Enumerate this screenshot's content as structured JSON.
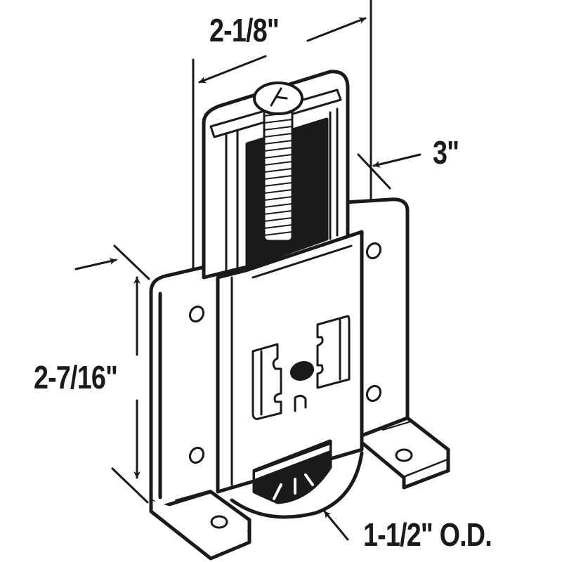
{
  "diagram": {
    "subject": "Sliding door roller assembly with adjustment screw",
    "colors": {
      "ink": "#1a1a1a",
      "paper": "#ffffff"
    },
    "dimensions": {
      "top_width": "2-1/8\"",
      "side_depth": "3\"",
      "lower_height": "2-7/16\"",
      "wheel_diameter": "1-1/2\" O.D."
    }
  }
}
